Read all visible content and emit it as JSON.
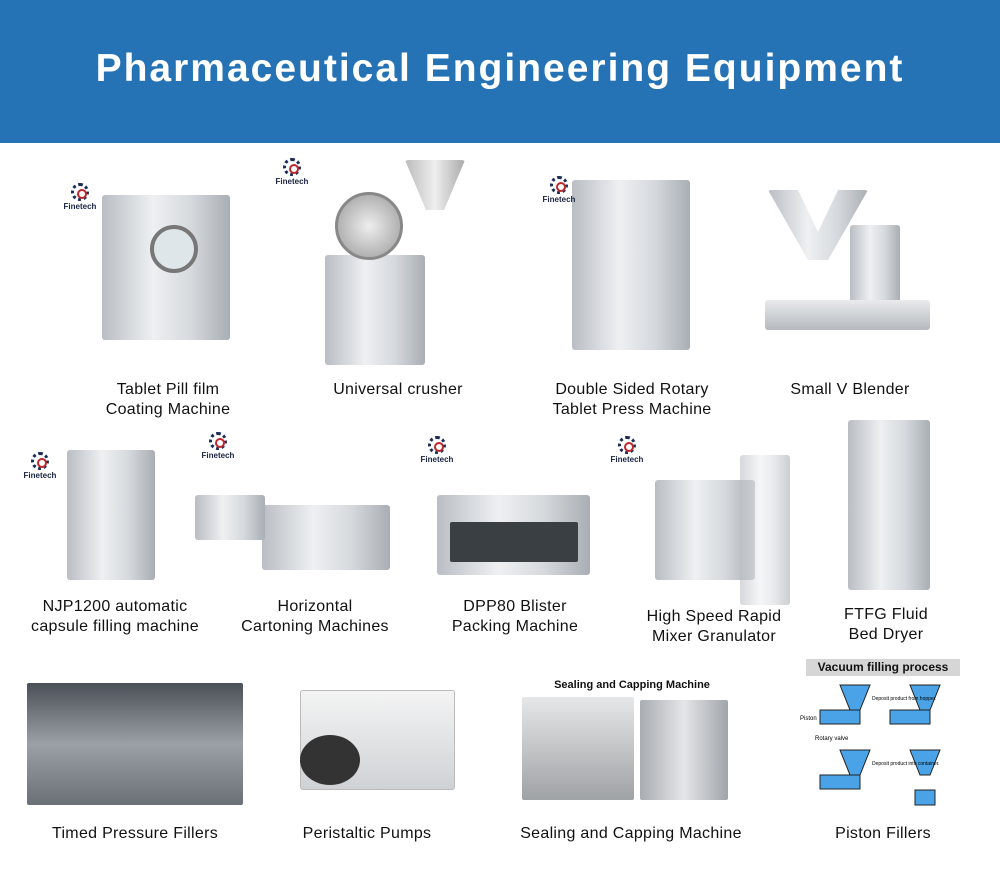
{
  "header": {
    "title": "Pharmaceutical Engineering Equipment",
    "background": "#2573b5"
  },
  "logo_text": "Finetech",
  "products": [
    {
      "label1": "Tablet Pill film",
      "label2": "Coating Machine"
    },
    {
      "label1": "Universal crusher",
      "label2": ""
    },
    {
      "label1": "Double Sided Rotary",
      "label2": "Tablet Press Machine"
    },
    {
      "label1": "Small V Blender",
      "label2": ""
    },
    {
      "label1": "NJP1200 automatic",
      "label2": "capsule filling machine"
    },
    {
      "label1": "Horizontal",
      "label2": "Cartoning Machines"
    },
    {
      "label1": "DPP80 Blister",
      "label2": "Packing Machine"
    },
    {
      "label1": "High Speed Rapid",
      "label2": "Mixer Granulator"
    },
    {
      "label1": "FTFG Fluid",
      "label2": "Bed Dryer"
    },
    {
      "label1": "Timed Pressure Fillers",
      "label2": ""
    },
    {
      "label1": "Peristaltic Pumps",
      "label2": ""
    },
    {
      "label1": "Sealing and Capping Machine",
      "label2": ""
    },
    {
      "label1": "Piston Fillers",
      "label2": ""
    }
  ],
  "sealing_caption": "Sealing and Capping Machine",
  "piston_diagram": {
    "title": "Vacuum filling process",
    "notes": [
      "Piston",
      "Rotary valve",
      "Deposit product from hopper.",
      "Deposit product into container."
    ]
  }
}
